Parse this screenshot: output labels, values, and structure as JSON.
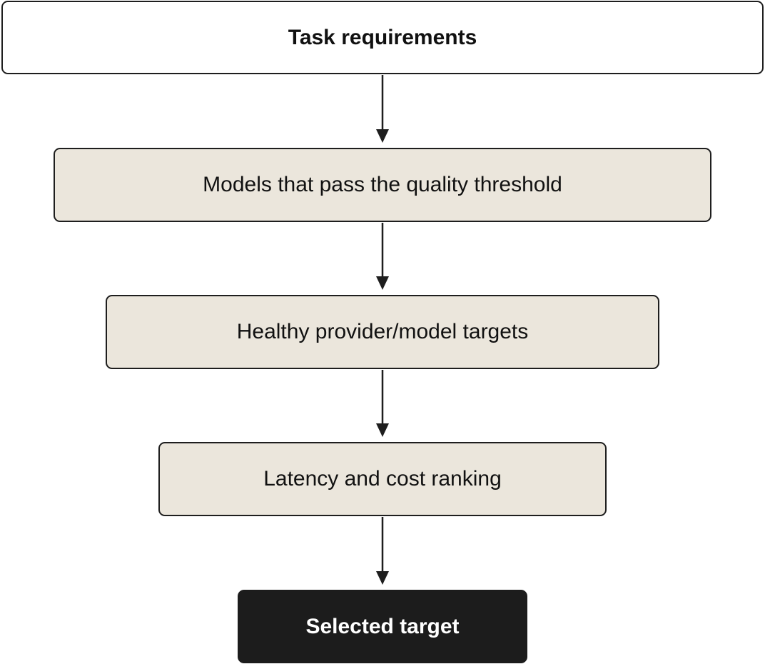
{
  "diagram": {
    "type": "flowchart",
    "direction": "top-to-bottom",
    "nodes": [
      {
        "id": "task-requirements",
        "label": "Task requirements"
      },
      {
        "id": "quality-threshold",
        "label": "Models that pass the quality threshold"
      },
      {
        "id": "healthy-targets",
        "label": "Healthy provider/model targets"
      },
      {
        "id": "latency-cost-ranking",
        "label": "Latency and cost ranking"
      },
      {
        "id": "selected-target",
        "label": "Selected target"
      }
    ],
    "edges": [
      {
        "from": "task-requirements",
        "to": "quality-threshold"
      },
      {
        "from": "quality-threshold",
        "to": "healthy-targets"
      },
      {
        "from": "healthy-targets",
        "to": "latency-cost-ranking"
      },
      {
        "from": "latency-cost-ranking",
        "to": "selected-target"
      }
    ]
  },
  "colors": {
    "step_fill": "#ebe6dc",
    "border": "#1e1e1e",
    "final_fill": "#1c1c1c",
    "final_text": "#ffffff",
    "arrow": "#1e1e1e"
  }
}
